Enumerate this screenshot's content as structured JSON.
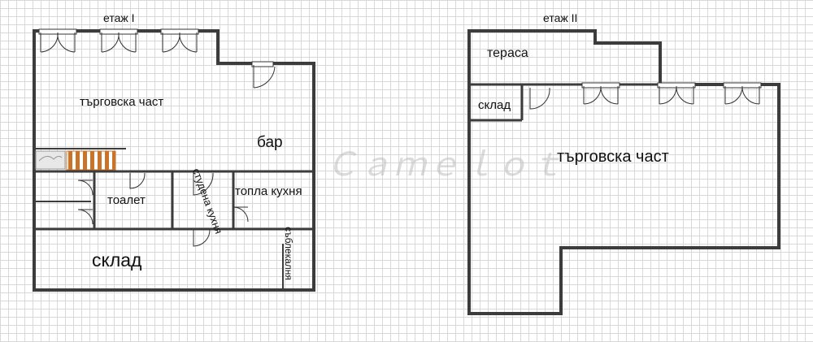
{
  "floor1": {
    "title": "етаж I",
    "rooms": {
      "shop": "търговска част",
      "bar": "бар",
      "toilet": "тоалет",
      "cold_kitchen": "студена кухня",
      "hot_kitchen": "топла кухня",
      "storage": "склад",
      "changing_room": "съблекалня"
    }
  },
  "floor2": {
    "title": "етаж II",
    "rooms": {
      "terrace": "тераса",
      "storage": "склад",
      "shop": "търговска част"
    }
  },
  "colors": {
    "wall": "#4a4a4a",
    "wall_fill": "#9a9a9a",
    "stairs": "#c8742a",
    "grid": "#d8d8d8"
  }
}
